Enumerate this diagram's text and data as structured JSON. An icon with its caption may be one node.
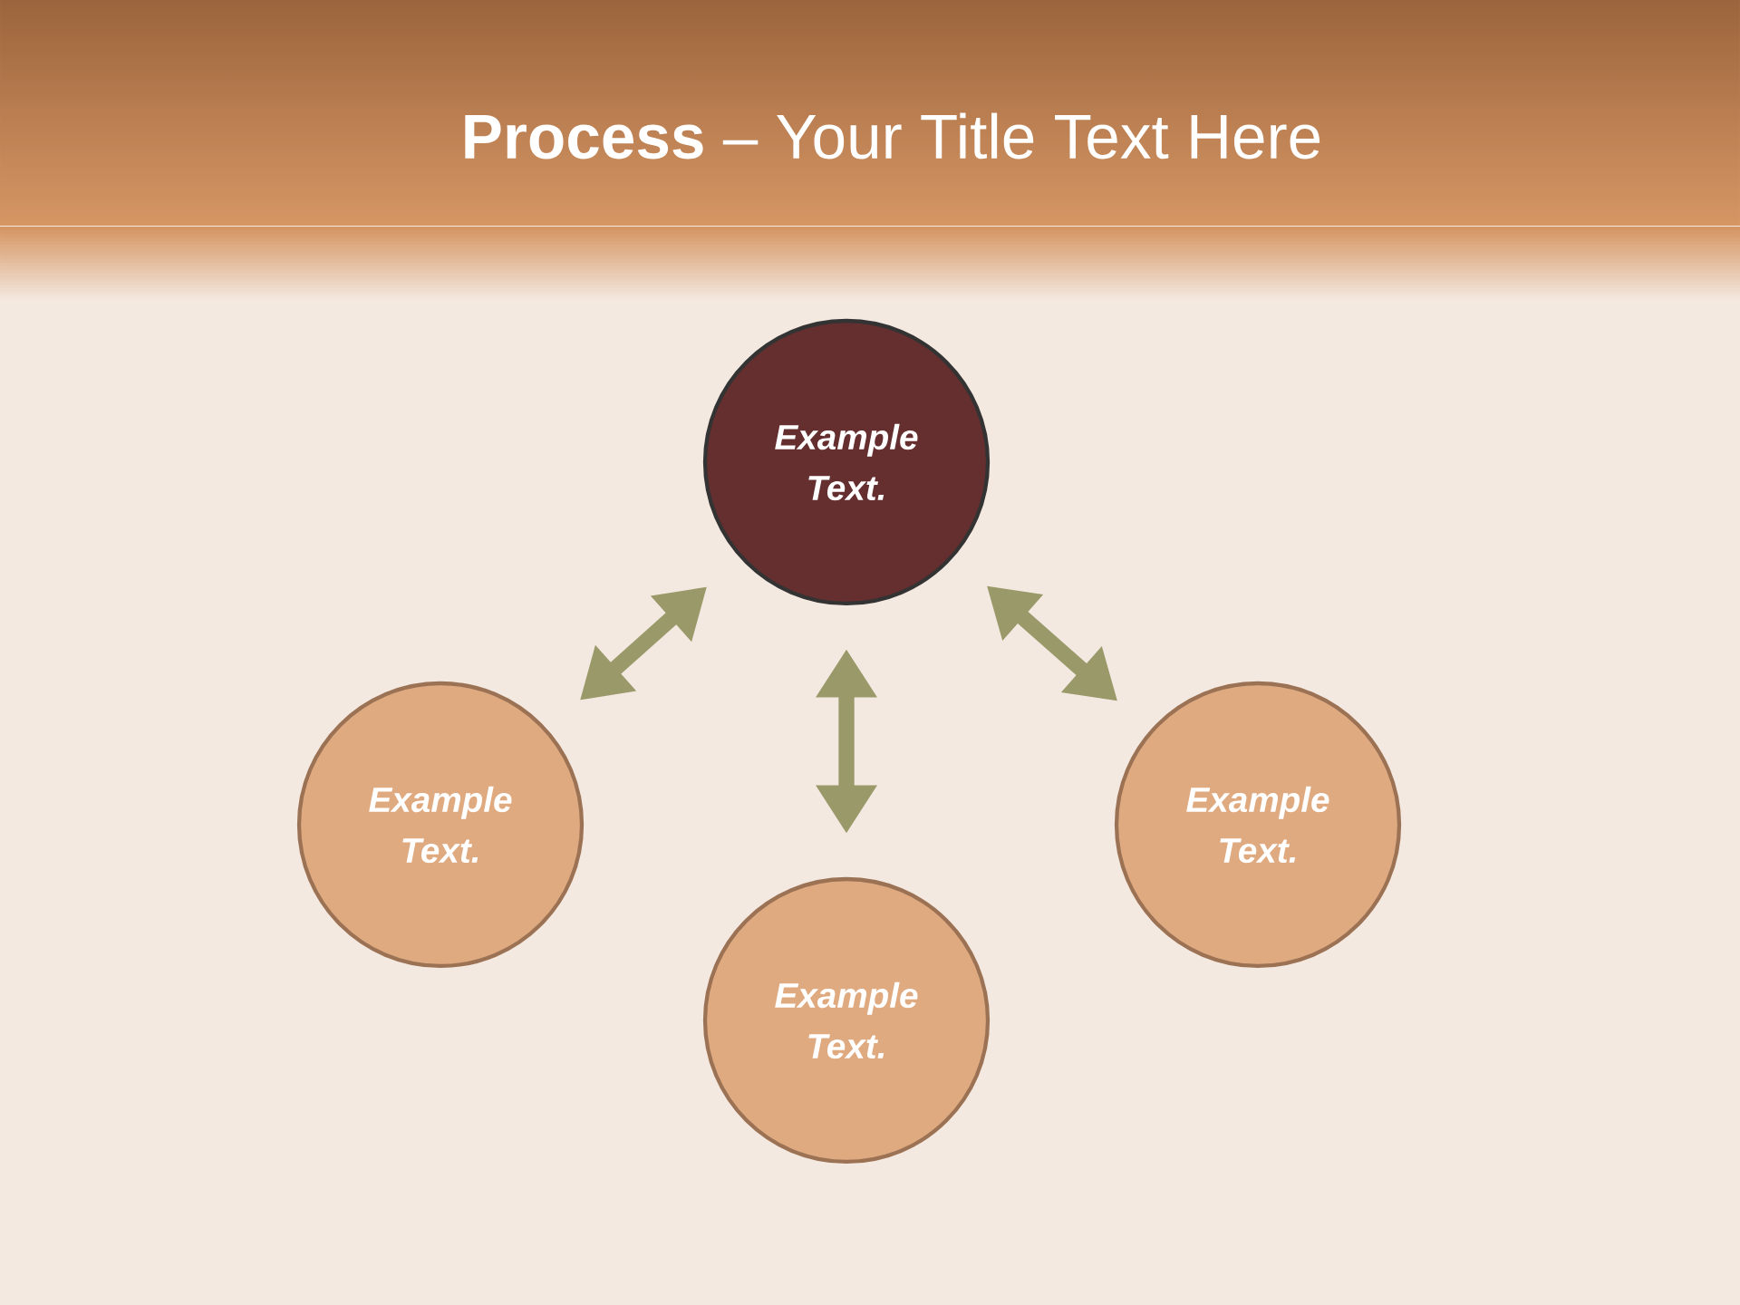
{
  "diagram": {
    "title": "**Process** – Your Title Text Here",
    "nodes": [
      {
        "text": [
          "Example Text."
        ]
      },
      {
        "text": [
          "Example Text."
        ]
      },
      {
        "text": [
          "Example Text."
        ]
      },
      {
        "text": [
          "Example Text."
        ]
      }
    ],
    "edges": [
      {
        "from": 0,
        "to": 1,
        "arrow": "both"
      },
      {
        "from": 0,
        "to": 3,
        "arrow": "both"
      },
      {
        "from": 0,
        "to": 2,
        "arrow": "both"
      }
    ]
  }
}
